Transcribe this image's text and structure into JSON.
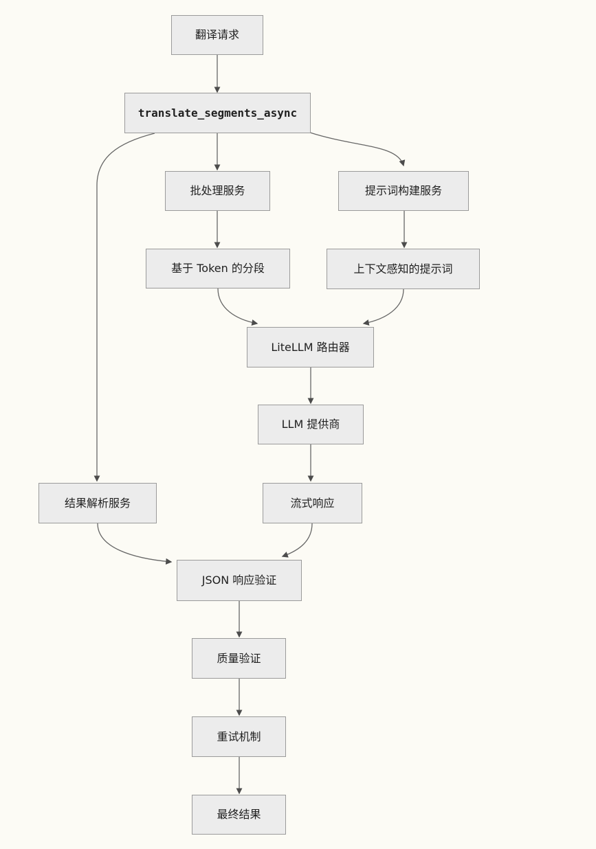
{
  "diagram": {
    "type": "flowchart",
    "direction": "top-down",
    "background_color": "#FCFBF5",
    "node_fill_color": "#ECECEC",
    "node_border_color": "#9A9A9A",
    "edge_color": "#666666",
    "arrowhead_color": "#4C4C4C",
    "text_color": "#1F1F1F",
    "nodes": [
      {
        "id": "translation-request",
        "label": "翻译请求"
      },
      {
        "id": "translate-segments-async",
        "label": "translate_segments_async",
        "style": "bold-monospace"
      },
      {
        "id": "batch-service",
        "label": "批处理服务"
      },
      {
        "id": "prompt-builder-service",
        "label": "提示词构建服务"
      },
      {
        "id": "token-segmentation",
        "label": "基于 Token 的分段"
      },
      {
        "id": "context-aware-prompt",
        "label": "上下文感知的提示词"
      },
      {
        "id": "litellm-router",
        "label": "LiteLLM 路由器"
      },
      {
        "id": "llm-provider",
        "label": "LLM 提供商"
      },
      {
        "id": "result-parser-service",
        "label": "结果解析服务"
      },
      {
        "id": "streaming-response",
        "label": "流式响应"
      },
      {
        "id": "json-response-validation",
        "label": "JSON 响应验证"
      },
      {
        "id": "quality-validation",
        "label": "质量验证"
      },
      {
        "id": "retry-mechanism",
        "label": "重试机制"
      },
      {
        "id": "final-result",
        "label": "最终结果"
      }
    ],
    "edges": [
      {
        "from": "translation-request",
        "to": "translate-segments-async"
      },
      {
        "from": "translate-segments-async",
        "to": "batch-service"
      },
      {
        "from": "translate-segments-async",
        "to": "prompt-builder-service"
      },
      {
        "from": "translate-segments-async",
        "to": "result-parser-service"
      },
      {
        "from": "batch-service",
        "to": "token-segmentation"
      },
      {
        "from": "prompt-builder-service",
        "to": "context-aware-prompt"
      },
      {
        "from": "token-segmentation",
        "to": "litellm-router"
      },
      {
        "from": "context-aware-prompt",
        "to": "litellm-router"
      },
      {
        "from": "litellm-router",
        "to": "llm-provider"
      },
      {
        "from": "llm-provider",
        "to": "streaming-response"
      },
      {
        "from": "result-parser-service",
        "to": "json-response-validation"
      },
      {
        "from": "streaming-response",
        "to": "json-response-validation"
      },
      {
        "from": "json-response-validation",
        "to": "quality-validation"
      },
      {
        "from": "quality-validation",
        "to": "retry-mechanism"
      },
      {
        "from": "retry-mechanism",
        "to": "final-result"
      }
    ]
  }
}
